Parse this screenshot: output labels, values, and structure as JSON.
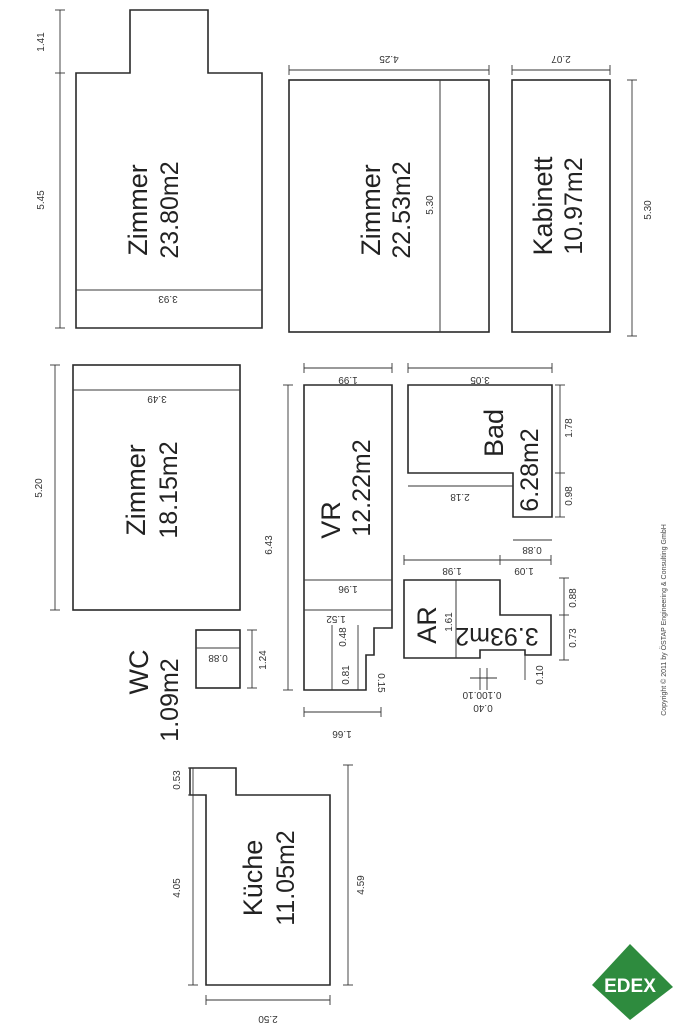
{
  "rooms": {
    "zimmer1": {
      "name": "Zimmer",
      "area": "23.80m2",
      "dims": {
        "height": "5.45",
        "top": "1.41",
        "width": "3.93"
      }
    },
    "zimmer2": {
      "name": "Zimmer",
      "area": "22.53m2",
      "dims": {
        "width": "4.25",
        "height": "5.30"
      }
    },
    "kabinett": {
      "name": "Kabinett",
      "area": "10.97m2",
      "dims": {
        "width": "2.07",
        "height": "5.30"
      }
    },
    "zimmer3": {
      "name": "Zimmer",
      "area": "18.15m2",
      "dims": {
        "height": "5.20",
        "width": "3.49"
      }
    },
    "vr": {
      "name": "VR",
      "area": "12.22m2",
      "dims": {
        "width_top": "1.99",
        "width_mid": "1.96",
        "height": "6.43",
        "d1": "1.52",
        "d2": "0.48",
        "d3": "0.81",
        "d4": "0.15",
        "width_bottom": "1.66"
      }
    },
    "bad": {
      "name": "Bad",
      "area": "6.28m2",
      "dims": {
        "width": "3.05",
        "width_lower": "2.18",
        "h1": "1.78",
        "h2": "0.98",
        "w_small": "0.88"
      }
    },
    "ar": {
      "name": "AR",
      "area": "3.93m2",
      "dims": {
        "width": "1.98",
        "w2": "1.09",
        "h1": "0.88",
        "h2": "0.73",
        "inner": "1.61",
        "b1": "0.10",
        "b2": "0.40",
        "b3": "0.100.10"
      }
    },
    "wc": {
      "name": "WC",
      "area": "1.09m2",
      "dims": {
        "width": "0.88",
        "height": "1.24"
      }
    },
    "kueche": {
      "name": "Küche",
      "area": "11.05m2",
      "dims": {
        "top": "0.53",
        "h_inner": "4.05",
        "h_outer": "4.59",
        "width": "2.50"
      }
    }
  },
  "copyright": "Copyright © 2011 by ÖSTAP Engineering & Consulting GmbH",
  "logo": {
    "text": "EDEX",
    "color": "#2e8b3e"
  }
}
